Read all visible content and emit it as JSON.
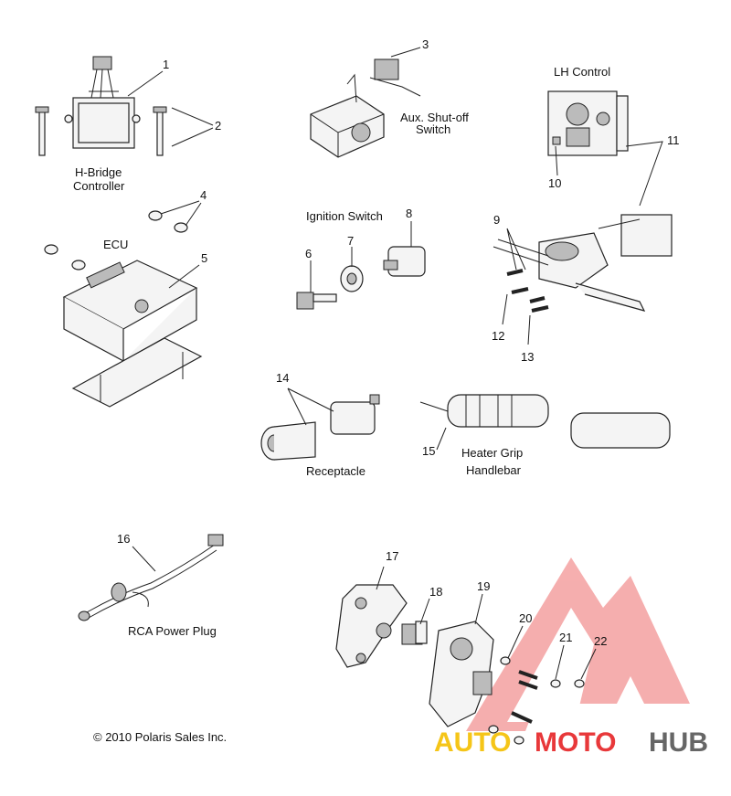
{
  "labels": {
    "hbridge_1": "H-Bridge",
    "hbridge_2": "Controller",
    "aux_1": "Aux. Shut-off",
    "aux_2": "Switch",
    "lh_control": "LH Control",
    "ecu": "ECU",
    "ignition": "Ignition Switch",
    "receptacle": "Receptacle",
    "heater_1": "Heater Grip",
    "heater_2": "Handlebar",
    "rca": "RCA Power Plug",
    "copyright": "© 2010 Polaris Sales Inc."
  },
  "callouts": [
    "1",
    "2",
    "3",
    "4",
    "5",
    "6",
    "7",
    "8",
    "9",
    "10",
    "11",
    "12",
    "13",
    "14",
    "15",
    "16",
    "17",
    "18",
    "19",
    "20",
    "21",
    "22"
  ],
  "watermark": {
    "part1": "AUTO",
    "part2": "MOTO",
    "part3": "HUB",
    "color_auto": "#f5c518",
    "color_moto": "#e8383a",
    "color_hub": "#666666"
  }
}
